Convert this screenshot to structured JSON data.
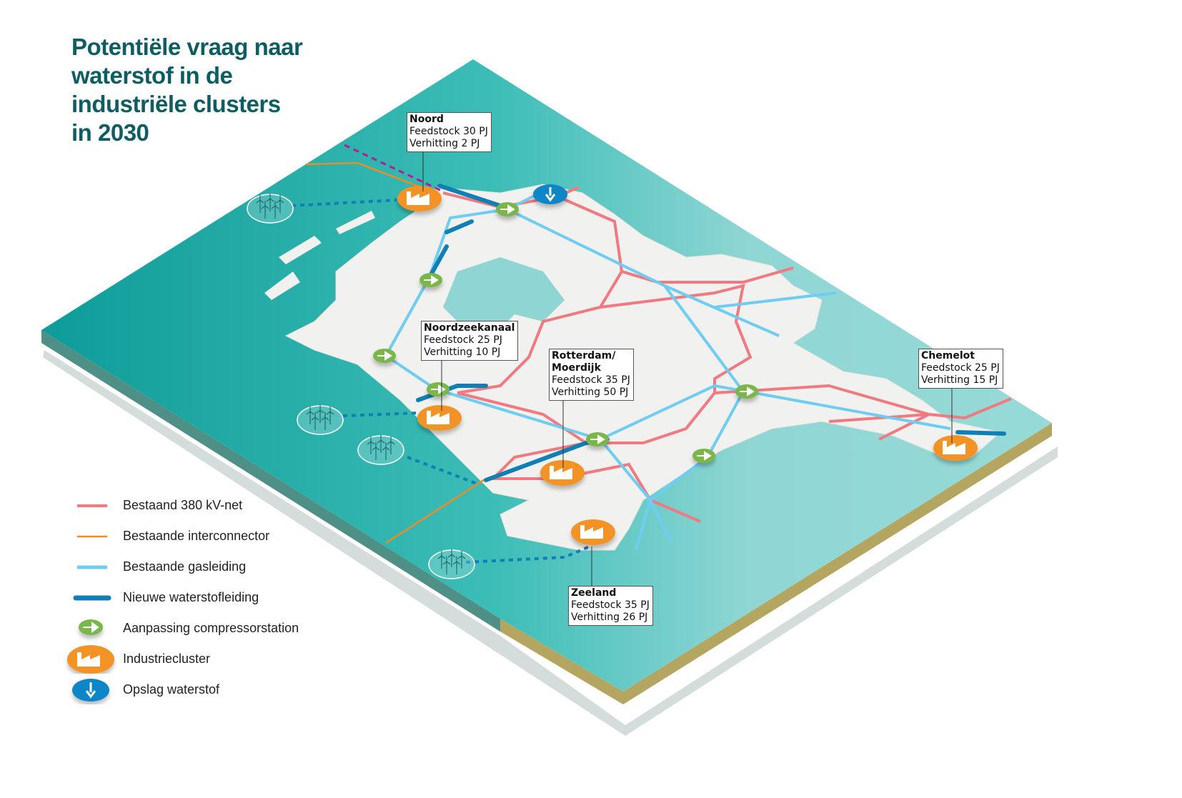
{
  "title": [
    "Potentiële vraag naar",
    "waterstof in de",
    "industriële clusters",
    "in 2030"
  ],
  "clusters": [
    {
      "name": "Noord",
      "feedstock": "Feedstock 30 PJ",
      "verhitting": "Verhitting 2 PJ"
    },
    {
      "name": "Noordzeekanaal",
      "feedstock": "Feedstock 25 PJ",
      "verhitting": "Verhitting 10 PJ"
    },
    {
      "name": "Rotterdam/",
      "name2": "Moerdijk",
      "feedstock": "Feedstock 35 PJ",
      "verhitting": "Verhitting 50 PJ"
    },
    {
      "name": "Chemelot",
      "feedstock": "Feedstock 25 PJ",
      "verhitting": "Verhitting 15 PJ"
    },
    {
      "name": "Zeeland",
      "feedstock": "Feedstock 35 PJ",
      "verhitting": "Verhitting 26 PJ"
    }
  ],
  "legend": [
    {
      "label": "Bestaand 380 kV-net",
      "icon": "power-line",
      "color": "#f07a80"
    },
    {
      "label": "Bestaande interconnector",
      "icon": "interconnector-line",
      "color": "#f08a24"
    },
    {
      "label": "Bestaande gasleiding",
      "icon": "gas-pipe-line",
      "color": "#6fccf2"
    },
    {
      "label": "Nieuwe waterstofleiding",
      "icon": "hydrogen-pipe-line",
      "color": "#0f7fb5"
    },
    {
      "label": "Aanpassing  compressorstation",
      "icon": "compressor-icon",
      "color": "#7ab648"
    },
    {
      "label": "Industriecluster",
      "icon": "factory-icon",
      "color": "#f39325"
    },
    {
      "label": "Opslag waterstof",
      "icon": "storage-icon",
      "color": "#0b86c8"
    }
  ]
}
